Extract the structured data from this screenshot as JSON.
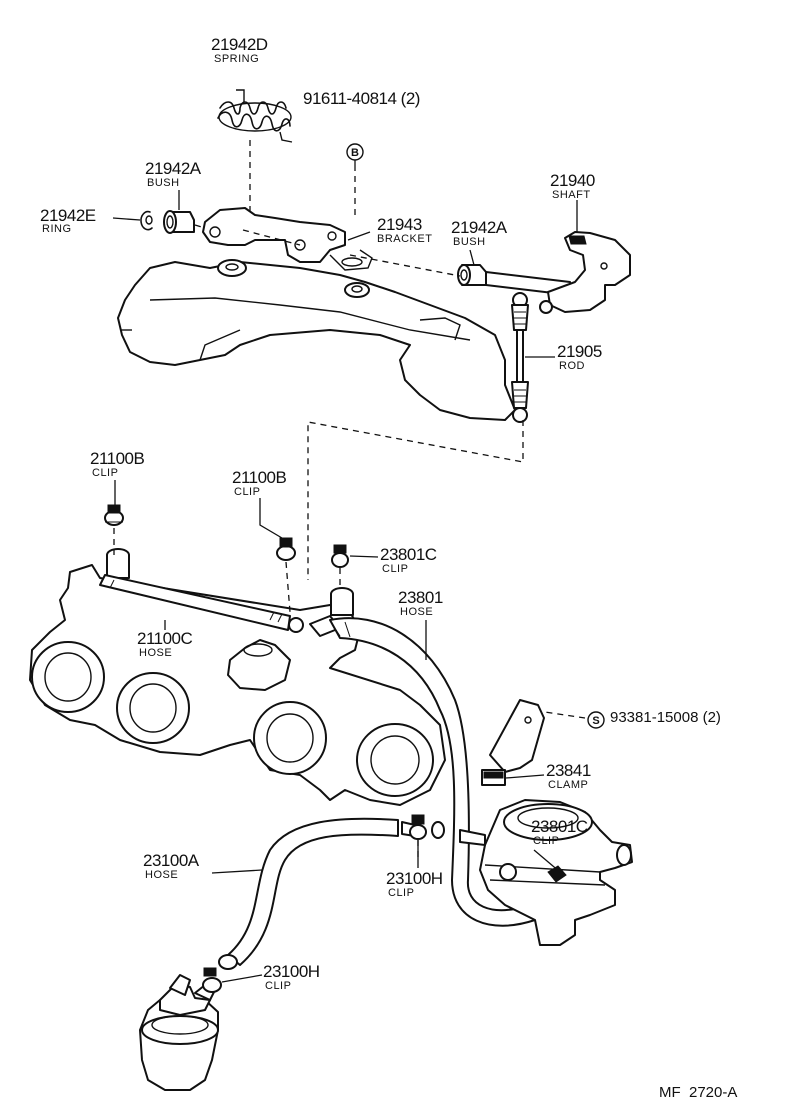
{
  "parts": [
    {
      "id": "p1",
      "number": "21942D",
      "name": "SPRING"
    },
    {
      "id": "p2",
      "number": "91611-40814 (2)",
      "name": "",
      "symbol": "B"
    },
    {
      "id": "p3",
      "number": "21942A",
      "name": "BUSH"
    },
    {
      "id": "p4",
      "number": "21942E",
      "name": "RING"
    },
    {
      "id": "p5",
      "number": "21943",
      "name": "BRACKET"
    },
    {
      "id": "p6",
      "number": "21942A",
      "name": "BUSH"
    },
    {
      "id": "p7",
      "number": "21940",
      "name": "SHAFT"
    },
    {
      "id": "p8",
      "number": "21905",
      "name": "ROD"
    },
    {
      "id": "p9",
      "number": "21100B",
      "name": "CLIP"
    },
    {
      "id": "p10",
      "number": "21100B",
      "name": "CLIP"
    },
    {
      "id": "p11",
      "number": "23801C",
      "name": "CLIP"
    },
    {
      "id": "p12",
      "number": "21100C",
      "name": "HOSE"
    },
    {
      "id": "p13",
      "number": "23801",
      "name": "HOSE"
    },
    {
      "id": "p14",
      "number": "93381-15008 (2)",
      "name": "",
      "symbol": "S"
    },
    {
      "id": "p15",
      "number": "23841",
      "name": "CLAMP"
    },
    {
      "id": "p16",
      "number": "23801C",
      "name": "CLIP"
    },
    {
      "id": "p17",
      "number": "23100A",
      "name": "HOSE"
    },
    {
      "id": "p18",
      "number": "23100H",
      "name": "CLIP"
    },
    {
      "id": "p19",
      "number": "23100H",
      "name": "CLIP"
    }
  ],
  "footer": {
    "code": "MF  2720-A"
  },
  "icons": [
    "coil-spring-icon",
    "bush-icon",
    "snap-ring-icon",
    "bracket-icon",
    "throttle-shaft-icon",
    "link-rod-icon",
    "hose-clip-icon",
    "fuel-hose-icon",
    "clamp-icon",
    "fuel-pump-icon",
    "fuel-filter-icon",
    "intake-manifold-icon"
  ]
}
